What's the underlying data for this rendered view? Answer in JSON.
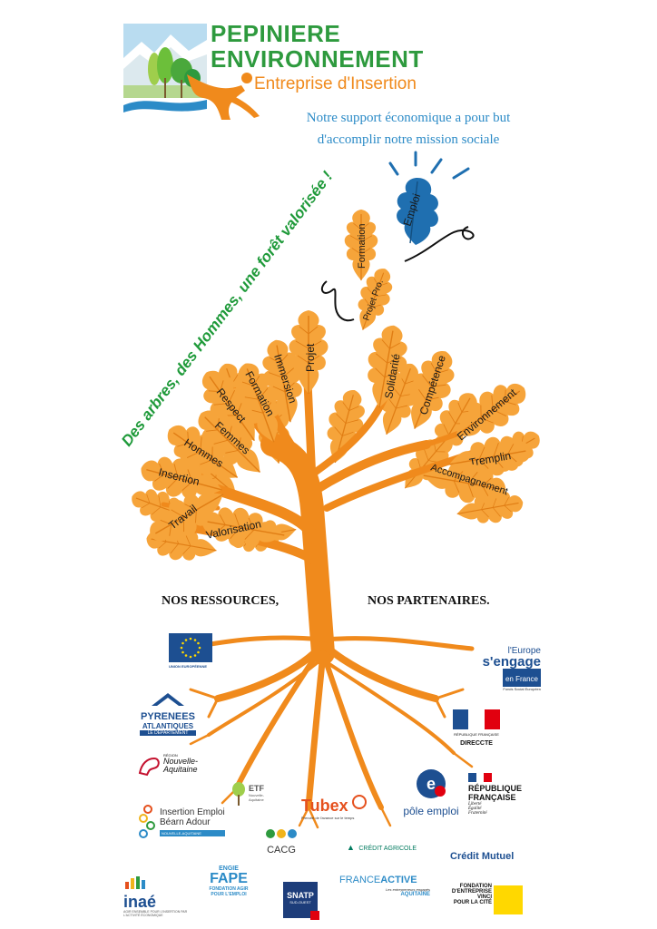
{
  "header": {
    "title_line1": "PEPINIERE",
    "title_line2": "ENVIRONNEMENT",
    "subtitle": "Entreprise d'Insertion",
    "mission_line1": "Notre support économique a pour but",
    "mission_line2": "d'accomplir notre mission sociale"
  },
  "slogan": "Des arbres,  des Hommes, une forêt valorisée !",
  "floating_leaves": [
    "Emploi",
    "Formation",
    "Projet Pro."
  ],
  "tree_leaves": [
    "Projet",
    "Immersion",
    "Formation",
    "Respect",
    "Femmes",
    "Hommes",
    "Insertion",
    "Travail",
    "Valorisation",
    "Solidarité",
    "Compétence",
    "Environnement",
    "Tremplin",
    "Accompagnement"
  ],
  "sections": {
    "resources": "NOS RESSOURCES,",
    "partners": "NOS PARTENAIRES."
  },
  "partners": {
    "eu": "UNION EUROPÉENNE",
    "europe1": "l'Europe",
    "europe2": "s'engage",
    "europe3": "en France",
    "europe4": "Fonds Social Européen",
    "pyrenees1": "PYRENEES",
    "pyrenees2": "ATLANTIQUES",
    "pyrenees3": "LE DÉPARTEMENT",
    "rf_small": "RÉPUBLIQUE FRANÇAISE",
    "direccte": "DIRECCTE",
    "region1": "RÉGION",
    "region2": "Nouvelle-",
    "region3": "Aquitaine",
    "etf1": "ETF",
    "etf2": "Nouvelle-Aquitaine",
    "tubex": "Tubex",
    "tubex_tag": "Prendre de l'avance sur le temps",
    "pole": "pôle emploi",
    "rf1": "RÉPUBLIQUE",
    "rf2": "FRANÇAISE",
    "rf3": "Liberté",
    "rf4": "Égalité",
    "rf5": "Fraternité",
    "iea1": "Insertion Emploi",
    "iea2": "Béarn Adour",
    "iea3": "NOUVELLE-AQUITAINE",
    "cacg": "CACG",
    "ca": "CRÉDIT AGRICOLE",
    "cm": "Crédit Mutuel",
    "inae": "inaé",
    "inae_tag": "AGIR ENSEMBLE POUR L'INSERTION PAR L'ACTIVITÉ ÉCONOMIQUE",
    "engie": "ENGIE",
    "fape": "FAPE",
    "fape_tag1": "FONDATION AGIR",
    "fape_tag2": "POUR L'EMPLOI",
    "snatp": "SNATP",
    "snatp2": "SUD-OUEST",
    "fa1": "FRANCE",
    "fa2": "ACTIVE",
    "fa3": "Les entrepreneurs engagés",
    "fa4": "AQUITAINE",
    "vinci1": "FONDATION",
    "vinci2": "D'ENTREPRISE",
    "vinci3": "VINCI",
    "vinci4": "POUR LA CITÉ"
  },
  "colors": {
    "orange": "#f08a1c",
    "leaf": "#f6a43a",
    "green": "#2e9a3e",
    "blue": "#2c8bc7",
    "navy": "#1d4f91"
  }
}
